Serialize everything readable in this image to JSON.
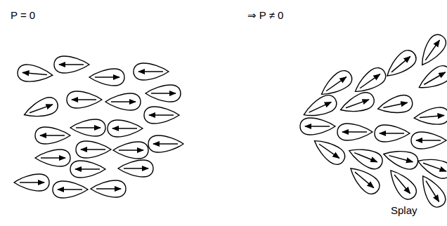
{
  "diagram": {
    "labels": [
      "P = 0",
      "⇒ P ≠ 0",
      "Splay"
    ]
  }
}
